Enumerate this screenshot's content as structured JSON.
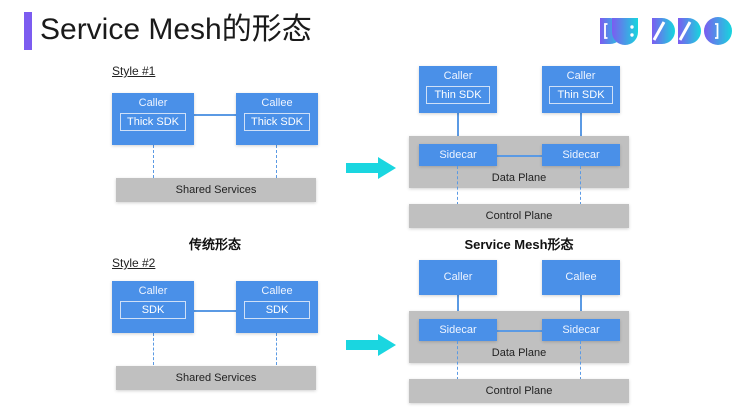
{
  "slide": {
    "title": "Service Mesh的形态",
    "accent_color": "#7c5cf0",
    "node_color": "#4a90e8",
    "bar_color": "#c0c0c0",
    "arrow_color": "#1ad6e0"
  },
  "logo": {
    "name": "dubbo-logo",
    "letters": [
      "D",
      "U",
      "B",
      "B",
      "O"
    ],
    "gradient_from": "#7c5cf0",
    "gradient_to": "#16d6dd"
  },
  "captions": {
    "traditional": "传统形态",
    "service_mesh": "Service Mesh形态"
  },
  "diagrams": {
    "top_left": {
      "style_label": "Style #1",
      "caller": {
        "title": "Caller",
        "sdk": "Thick SDK"
      },
      "callee": {
        "title": "Callee",
        "sdk": "Thick SDK"
      },
      "shared": "Shared Services"
    },
    "top_right": {
      "left_node": {
        "title": "Caller",
        "sdk": "Thin SDK"
      },
      "right_node": {
        "title": "Caller",
        "sdk": "Thin SDK"
      },
      "sidecar_left": "Sidecar",
      "sidecar_right": "Sidecar",
      "data_plane": "Data Plane",
      "control_plane": "Control Plane"
    },
    "bottom_left": {
      "style_label": "Style #2",
      "caller": {
        "title": "Caller",
        "sdk": "SDK"
      },
      "callee": {
        "title": "Callee",
        "sdk": "SDK"
      },
      "shared": "Shared Services"
    },
    "bottom_right": {
      "left_node": {
        "title": "Caller"
      },
      "right_node": {
        "title": "Callee"
      },
      "sidecar_left": "Sidecar",
      "sidecar_right": "Sidecar",
      "data_plane": "Data Plane",
      "control_plane": "Control Plane"
    }
  },
  "arrows": {
    "top": "arrow-right-icon",
    "bottom": "arrow-right-icon"
  }
}
